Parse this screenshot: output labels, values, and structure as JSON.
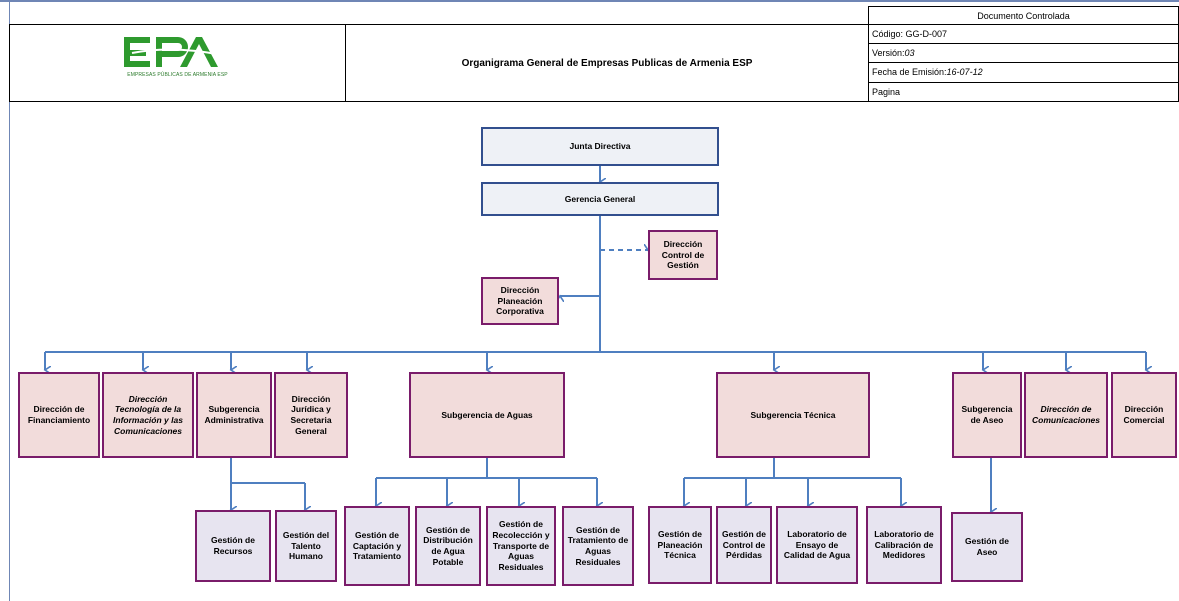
{
  "header": {
    "controlled_label": "Documento Controlada",
    "title": "Organigrama General de Empresas Publicas de Armenia  ESP",
    "logo": {
      "text": "EPA",
      "tagline": "EMPRESAS PÚBLICAS DE ARMENIA ESP",
      "color": "#2e9a2e"
    },
    "fields": {
      "codigo": "Código: GG-D-007",
      "version_label": "Versión: ",
      "version_value": "03",
      "fecha_label": "Fecha de Emisión: ",
      "fecha_value": "16-07-12",
      "pagina": "Pagina"
    }
  },
  "org": {
    "junta": "Junta Directiva",
    "gerencia": "Gerencia General",
    "control": "Dirección Control de Gestión",
    "planeacion": "Dirección Planeación Corporativa",
    "level2": {
      "financiamiento": "Dirección de Financiamiento",
      "tecnologia": "Dirección Tecnología de la Información y las Comunicaciones",
      "administrativa": "Subgerencia Administrativa",
      "juridica": "Dirección Jurídica y Secretaria General",
      "aguas": "Subgerencia de Aguas",
      "tecnica": "Subgerencia Técnica",
      "aseo": "Subgerencia de Aseo",
      "comunicaciones": "Dirección de Comunicaciones",
      "comercial": "Dirección Comercial"
    },
    "level3": {
      "recursos": "Gestión de Recursos",
      "talento": "Gestión del Talento Humano",
      "captacion": "Gestión de Captación y Tratamiento",
      "distribucion": "Gestión de Distribución de Agua Potable",
      "recoleccion": "Gestión de Recolección y Transporte de Aguas Residuales",
      "tratamiento": "Gestión de Tratamiento de Aguas Residuales",
      "planeacion_tecnica": "Gestión de Planeación Técnica",
      "perdidas": "Gestión de Control de Pérdidas",
      "laboratorio_ensayo": "Laboratorio de Ensayo de Calidad de Agua",
      "laboratorio_calibracion": "Laboratorio de Calibración de Medidores",
      "gestion_aseo": "Gestión de Aseo"
    }
  },
  "colors": {
    "connector": "#4f7fc0",
    "blue_fill": "#eef1f6",
    "pink_fill": "#f2dcdb",
    "lavender_fill": "#e7e4f0",
    "border_purple": "#7a1c6a",
    "border_blue": "#324f8e"
  }
}
